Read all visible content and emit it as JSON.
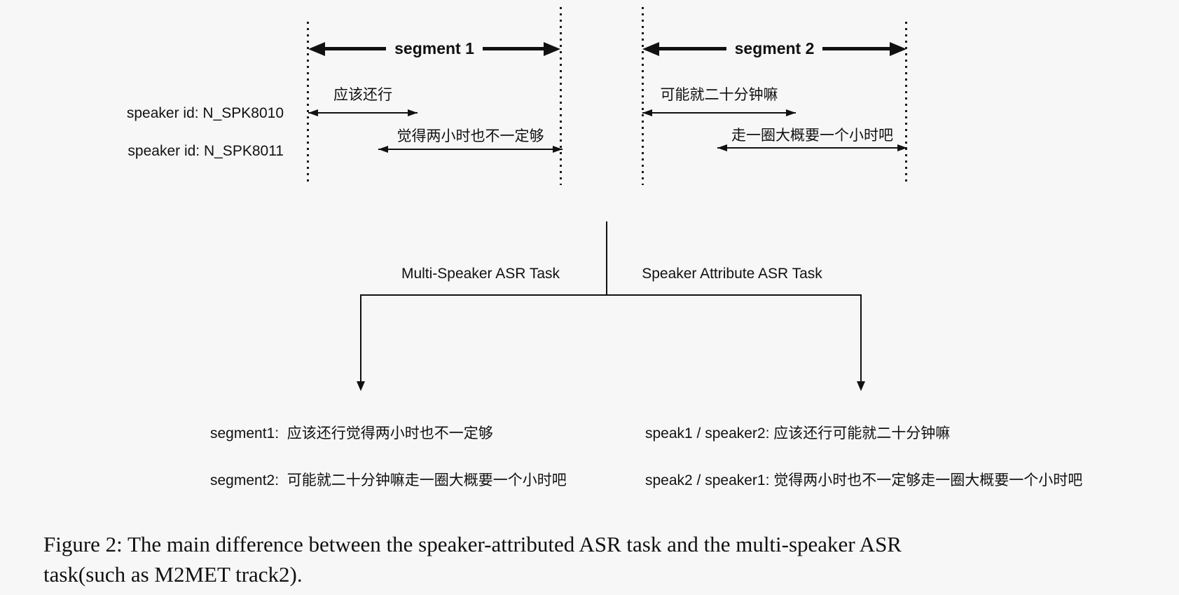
{
  "figure": {
    "ink_color": "#111111",
    "background_color": "#f7f7f7",
    "segments": [
      {
        "label": "segment 1"
      },
      {
        "label": "segment 2"
      }
    ],
    "speaker_rows": [
      {
        "label": "speaker id: N_SPK8010"
      },
      {
        "label": "speaker id: N_SPK8011"
      }
    ],
    "utterances": [
      {
        "id": "seg1-spk1",
        "text": "应该还行"
      },
      {
        "id": "seg1-spk2",
        "text": "觉得两小时也不一定够"
      },
      {
        "id": "seg2-spk1",
        "text": "可能就二十分钟嘛"
      },
      {
        "id": "seg2-spk2",
        "text": "走一圈大概要一个小时吧"
      }
    ],
    "branch": {
      "left_label": "Multi-Speaker ASR Task",
      "right_label": "Speaker Attribute ASR Task"
    },
    "outputs": {
      "multi_speaker": [
        "segment1:  应该还行觉得两小时也不一定够",
        "segment2:  可能就二十分钟嘛走一圈大概要一个小时吧"
      ],
      "speaker_attribute": [
        "speak1 / speaker2: 应该还行可能就二十分钟嘛",
        "speak2 / speaker1: 觉得两小时也不一定够走一圈大概要一个小时吧"
      ]
    },
    "caption": {
      "line1": "Figure 2:   The main difference between the speaker-attributed ASR task and the multi-speaker ASR",
      "line2": "task(such as M2MET track2)."
    }
  }
}
